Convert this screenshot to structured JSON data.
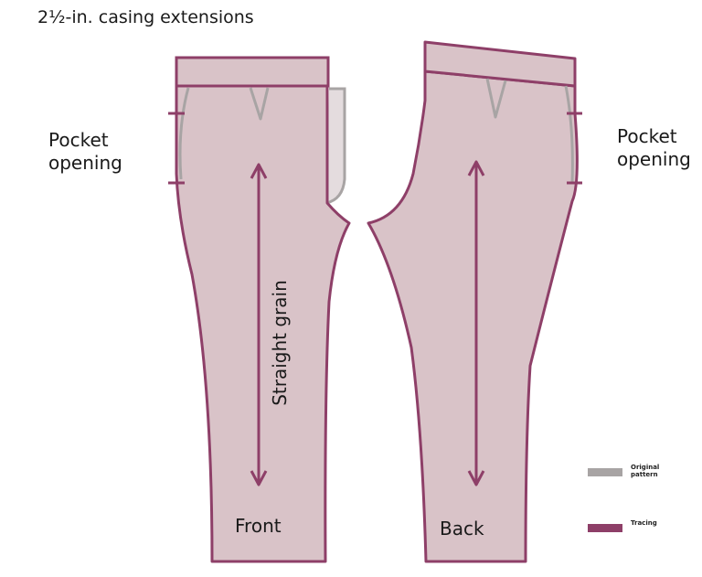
{
  "title": "2½-in. casing extensions",
  "labels": {
    "pocket_left": [
      "Pocket",
      "opening"
    ],
    "pocket_right": [
      "Pocket",
      "opening"
    ],
    "front": "Front",
    "back": "Back",
    "grain": "Straight grain"
  },
  "legend": [
    {
      "label": "Original pattern",
      "color": "#a8a4a4"
    },
    {
      "label": "Tracing",
      "color": "#8e3f68"
    }
  ],
  "colors": {
    "fill": "#d9c3c8",
    "outline": "#8e3f68",
    "original": "#a8a4a4"
  }
}
